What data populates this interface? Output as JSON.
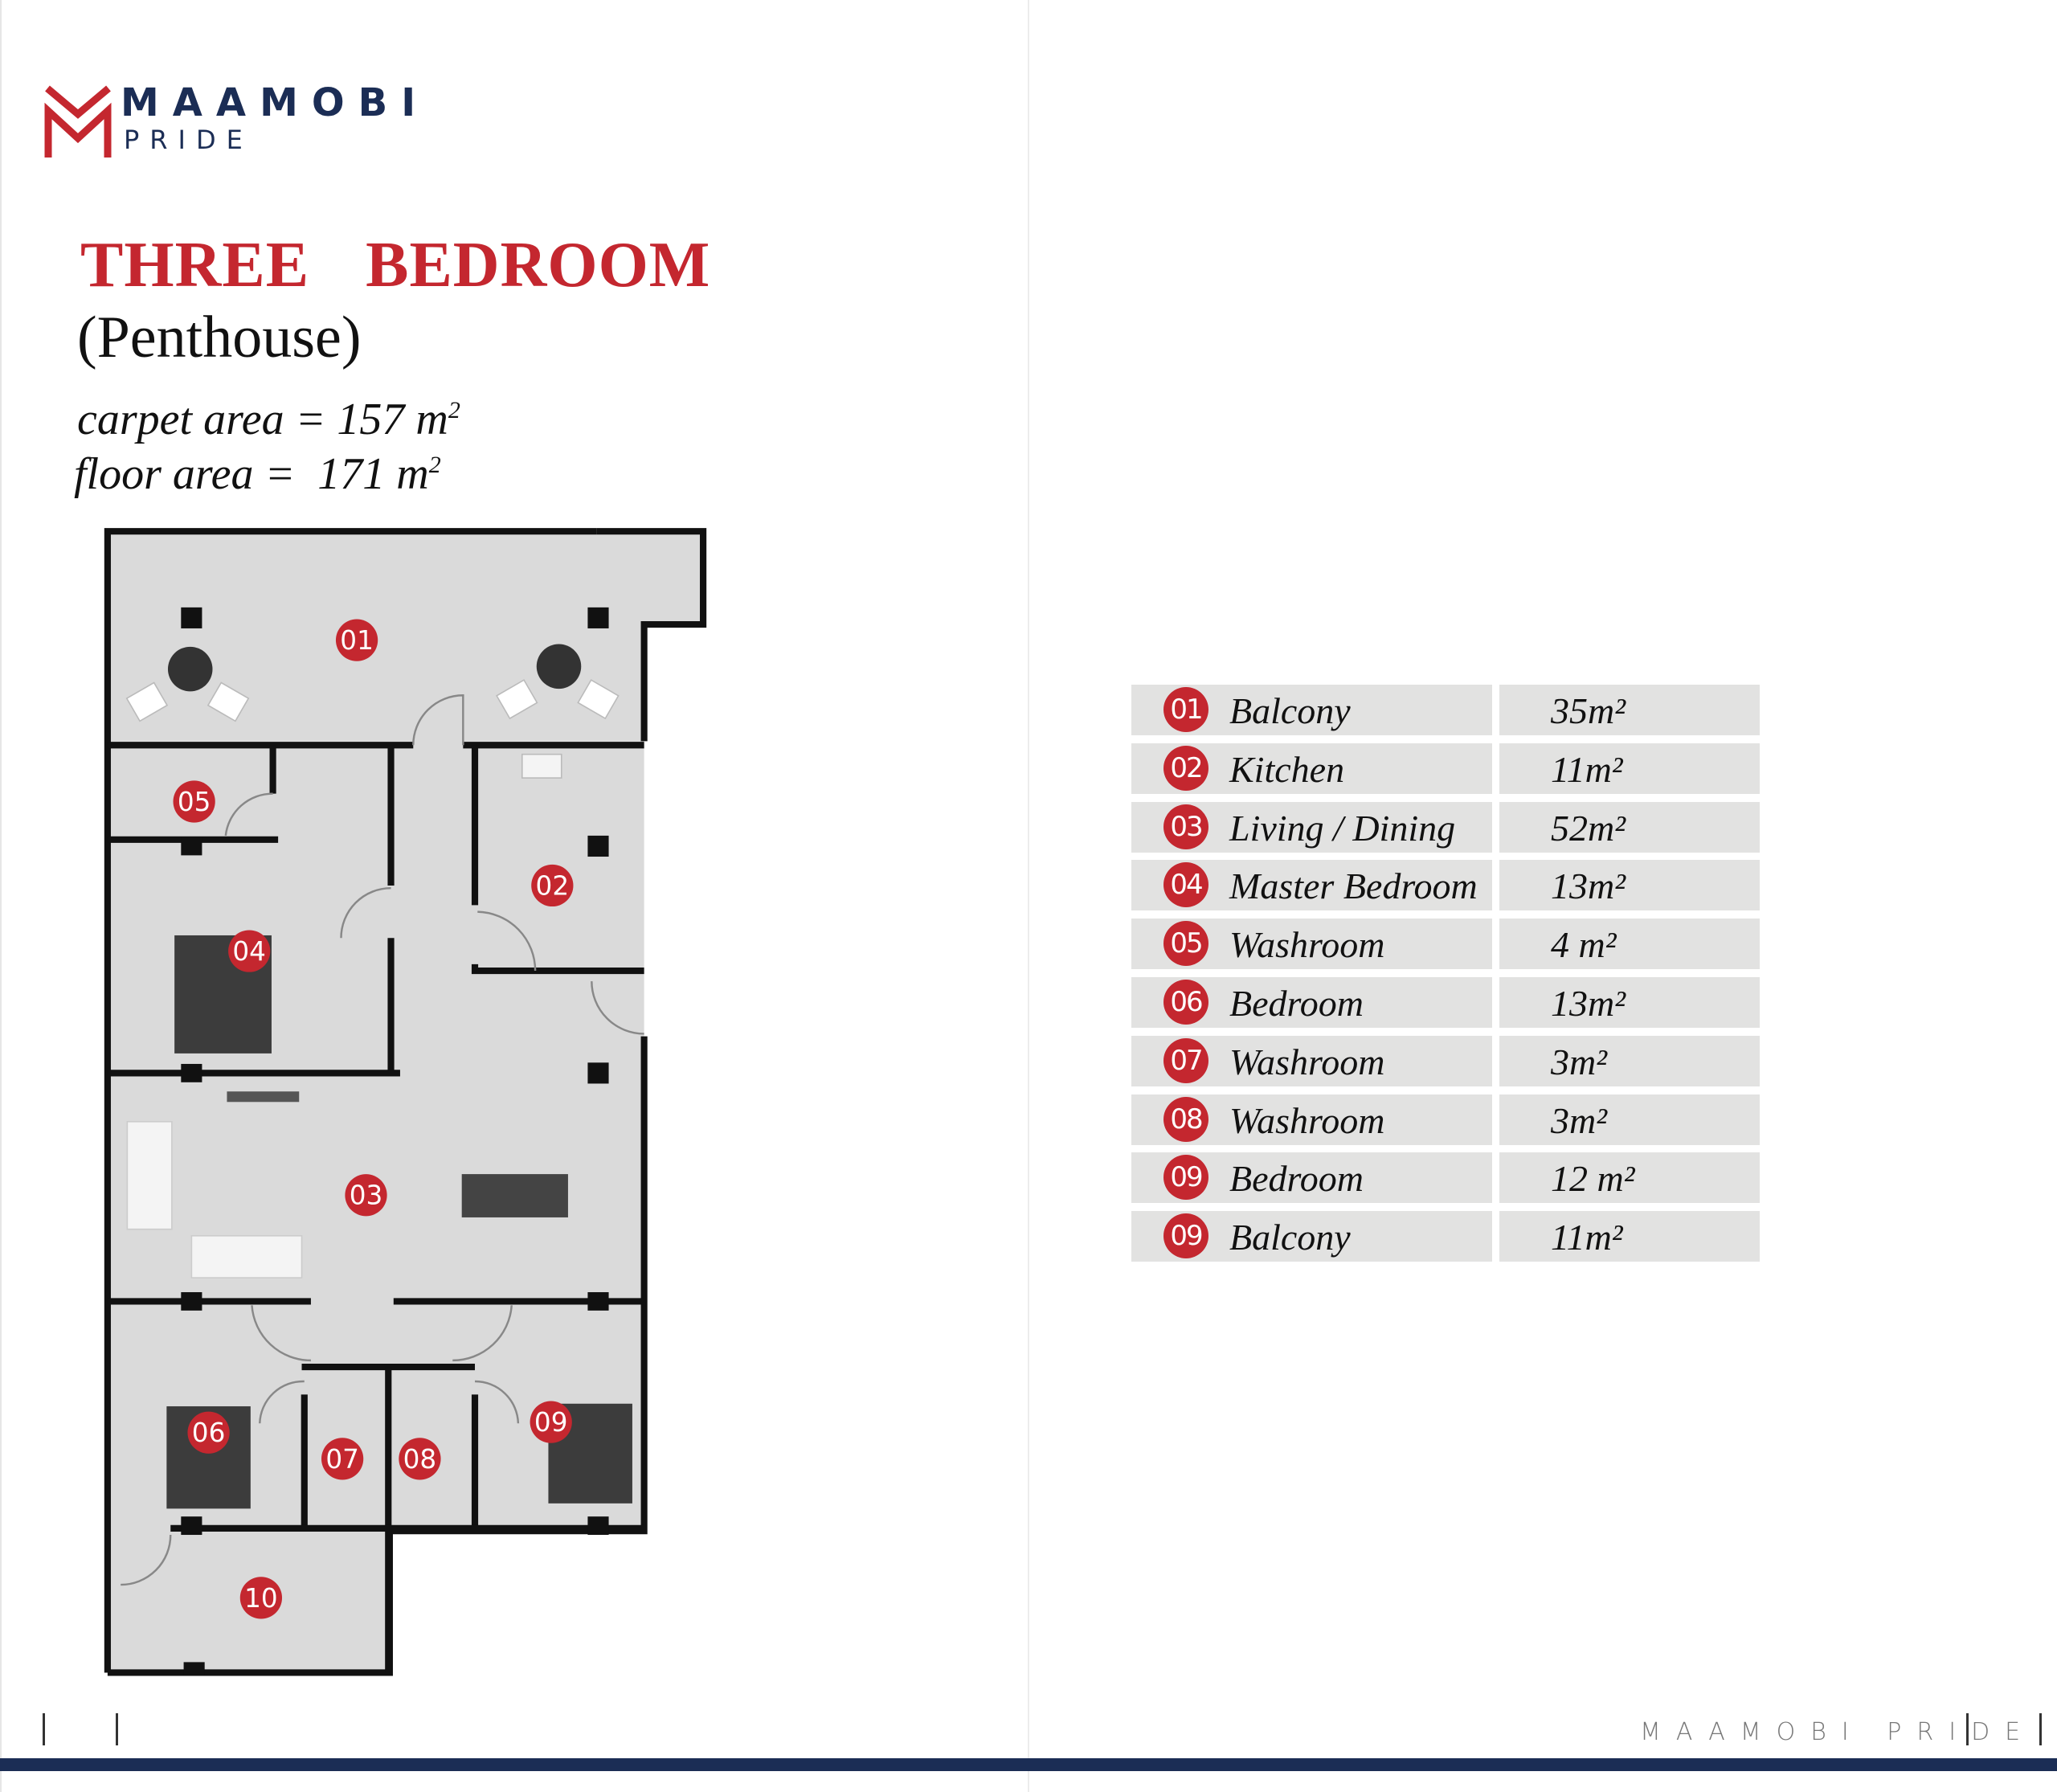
{
  "brand": {
    "name": "MAAMOBI",
    "sub": "PRIDE",
    "colors": {
      "navy": "#1b2d55",
      "red": "#c4272f",
      "cell": "#e2e2e1"
    }
  },
  "header": {
    "title": "THREE  BEDROOM",
    "subtitle": "(Penthouse)",
    "carpet_label": "carpet area = ",
    "carpet_value": "157 m",
    "floor_label": "floor area = ",
    "floor_value": "171 m",
    "unit_exp": "2"
  },
  "plan": {
    "markers": [
      "01",
      "02",
      "03",
      "04",
      "05",
      "06",
      "07",
      "08",
      "09",
      "10"
    ]
  },
  "rooms": [
    {
      "num": "01",
      "name": "Balcony",
      "area": "35m²"
    },
    {
      "num": "02",
      "name": "Kitchen",
      "area": "11m²"
    },
    {
      "num": "03",
      "name": "Living / Dining",
      "area": "52m²"
    },
    {
      "num": "04",
      "name": "Master Bedroom",
      "area": "13m²"
    },
    {
      "num": "05",
      "name": "Washroom",
      "area": "4 m²"
    },
    {
      "num": "06",
      "name": "Bedroom",
      "area": "13m²"
    },
    {
      "num": "07",
      "name": "Washroom",
      "area": "3m²"
    },
    {
      "num": "08",
      "name": "Washroom",
      "area": "3m²"
    },
    {
      "num": "09",
      "name": "Bedroom",
      "area": "12 m²"
    },
    {
      "num": "09",
      "name": "Balcony",
      "area": "11m²"
    }
  ],
  "footer": {
    "text": "MAAMOBI PRIDE"
  }
}
